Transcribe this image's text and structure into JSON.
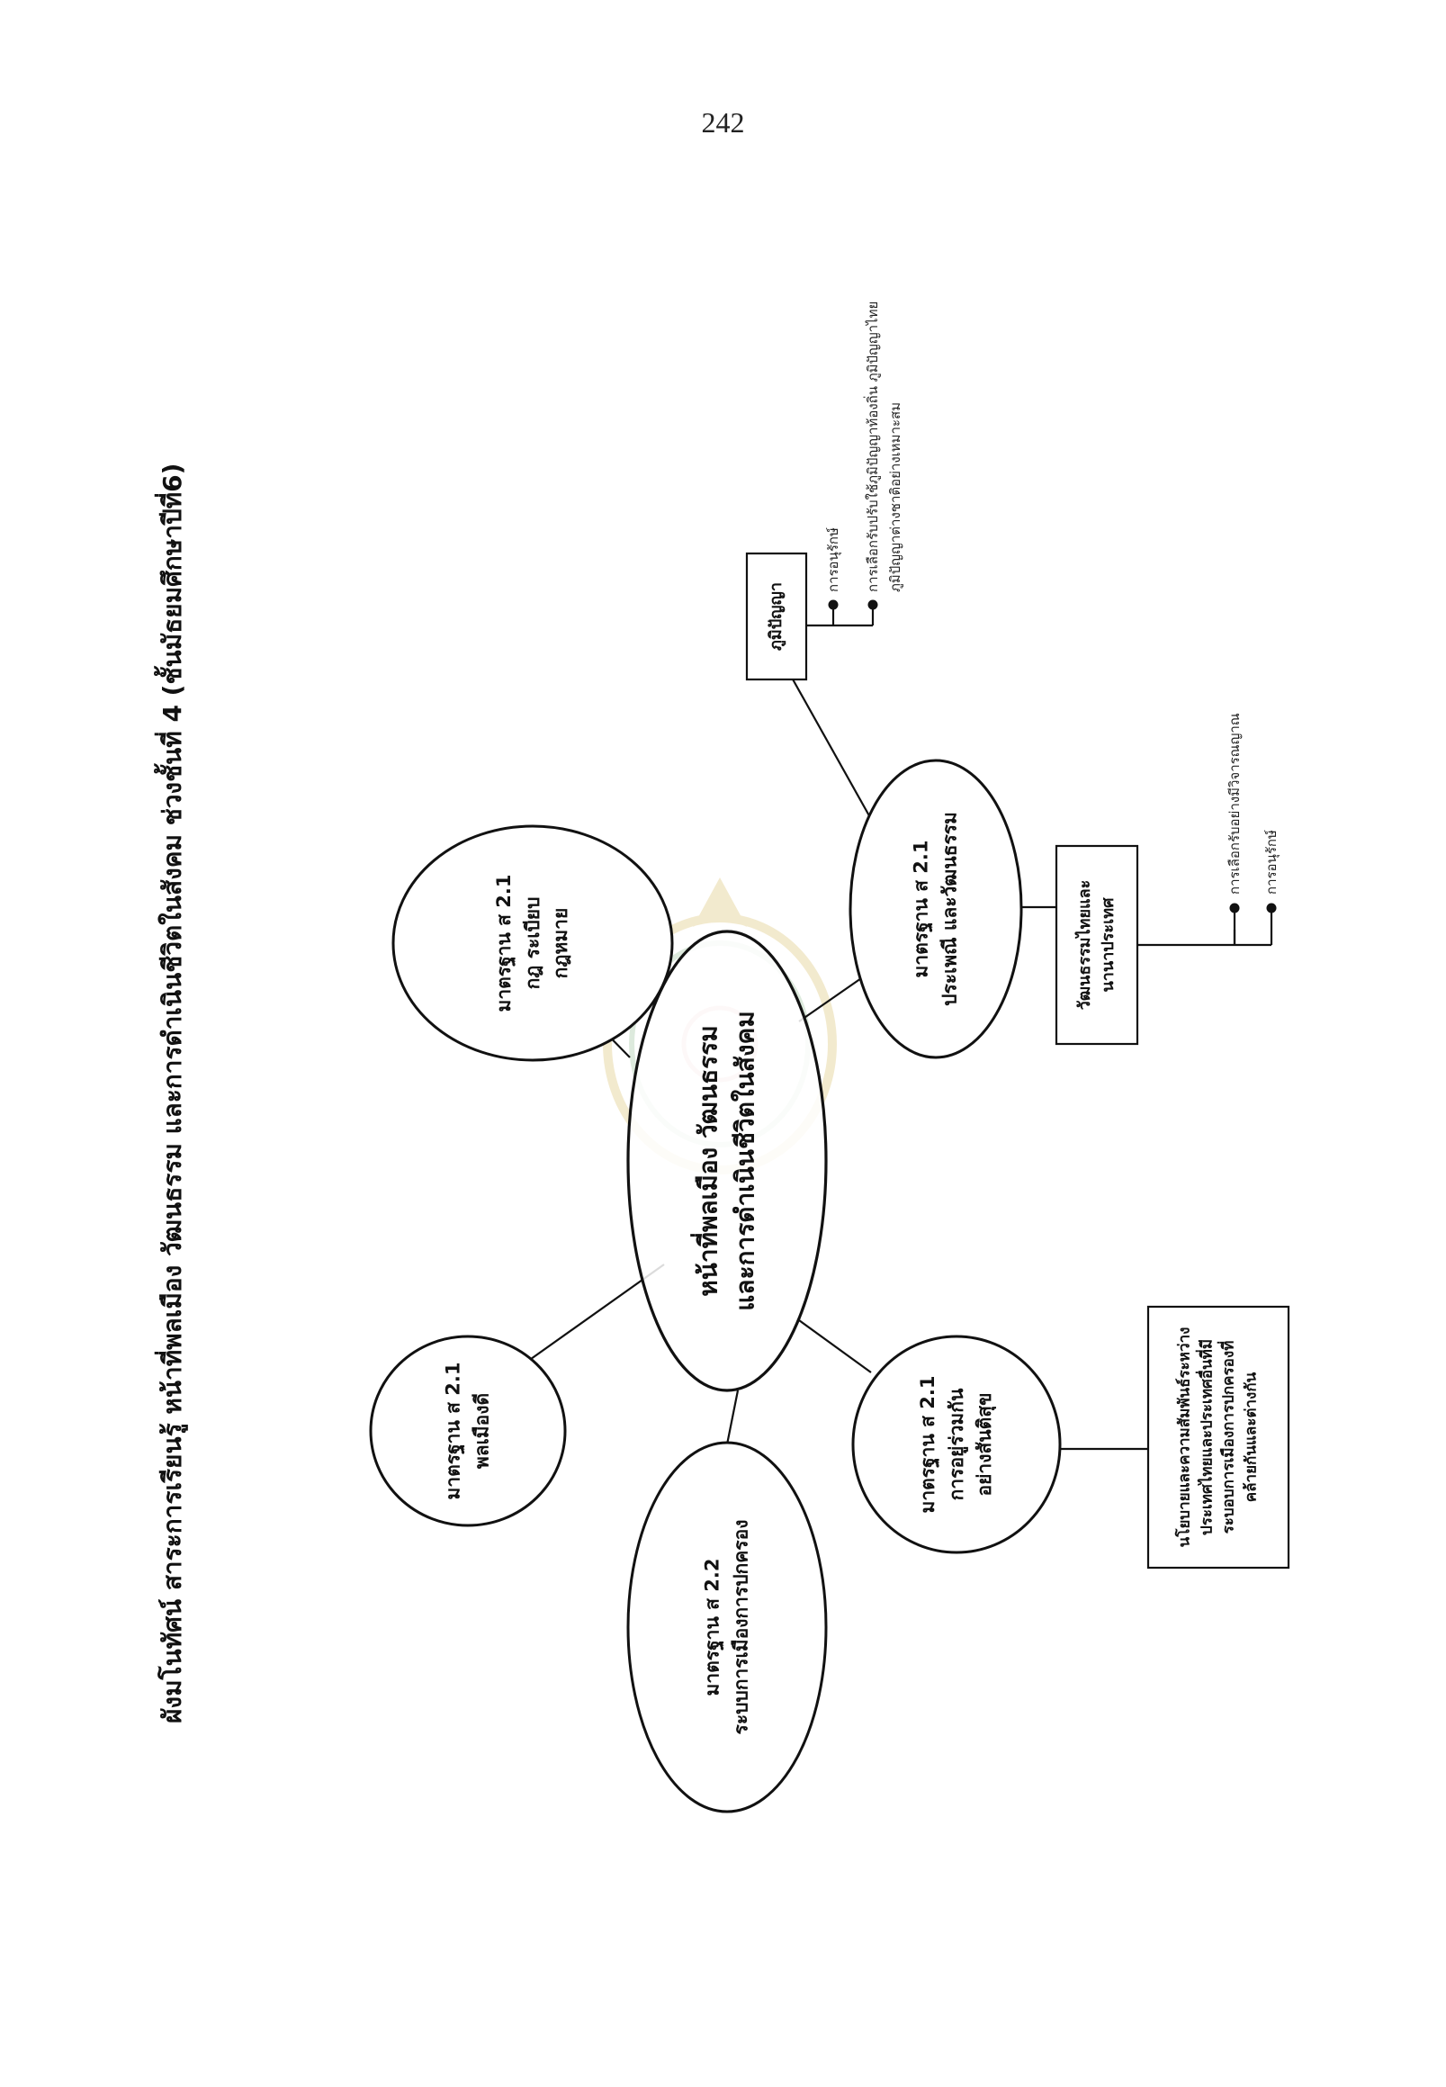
{
  "page_number": "242",
  "title": "ผังมโนทัศน์  สาระการเรียนรู้ หน้าที่พลเมือง วัฒนธรรม และการดำเนินชีวิตในสังคม  ช่วงชั้นที่  4 (ชั้นมัธยมศึกษาปีที่6)",
  "center": {
    "line1": "หน้าที่พลเมือง วัฒนธรรม",
    "line2": "และการดำเนินชีวิตในสังคม"
  },
  "nodes": {
    "law": {
      "line1": "มาตรฐาน ส 2.1",
      "line2": "กฎ  ระเบียบ",
      "line3": "กฎหมาย"
    },
    "citizen": {
      "line1": "มาตรฐาน ส 2.1",
      "line2": "พลเมืองดี"
    },
    "politics": {
      "line1": "มาตรฐาน ส 2.2",
      "line2": "ระบบการเมืองการปกครอง"
    },
    "peace": {
      "line1": "มาตรฐาน ส 2.1",
      "line2": "การอยู่ร่วมกัน",
      "line3": "อย่างสันติสุข"
    },
    "tradition": {
      "line1": "มาตรฐาน ส 2.1",
      "line2": "ประเพณี และวัฒนธรรม"
    }
  },
  "boxes": {
    "wisdom": {
      "label": "ภูมิปัญญา",
      "items": [
        "การอนุรักษ์",
        "การเลือกรับปรับใช้ภูมิปัญญาท้องถิ่น ภูมิปัญญาไทย"
      ],
      "continuation": "ภูมิปัญญาต่างชาติอย่างเหมาะสม"
    },
    "culture": {
      "line1": "วัฒนธรรมไทยและ",
      "line2": "นานาประเทศ",
      "items": [
        "การเลือกรับอย่างมีวิจารณญาณ",
        "การอนุรักษ์"
      ]
    },
    "policy": {
      "line1": "นโยบายและความสัมพันธ์ระหว่าง",
      "line2": "ประเทศไทยและประเทศอื่นที่มี",
      "line3": "ระบอบการเมืองการปกครองที่",
      "line4": "คล้ายกันและต่างกัน"
    }
  }
}
